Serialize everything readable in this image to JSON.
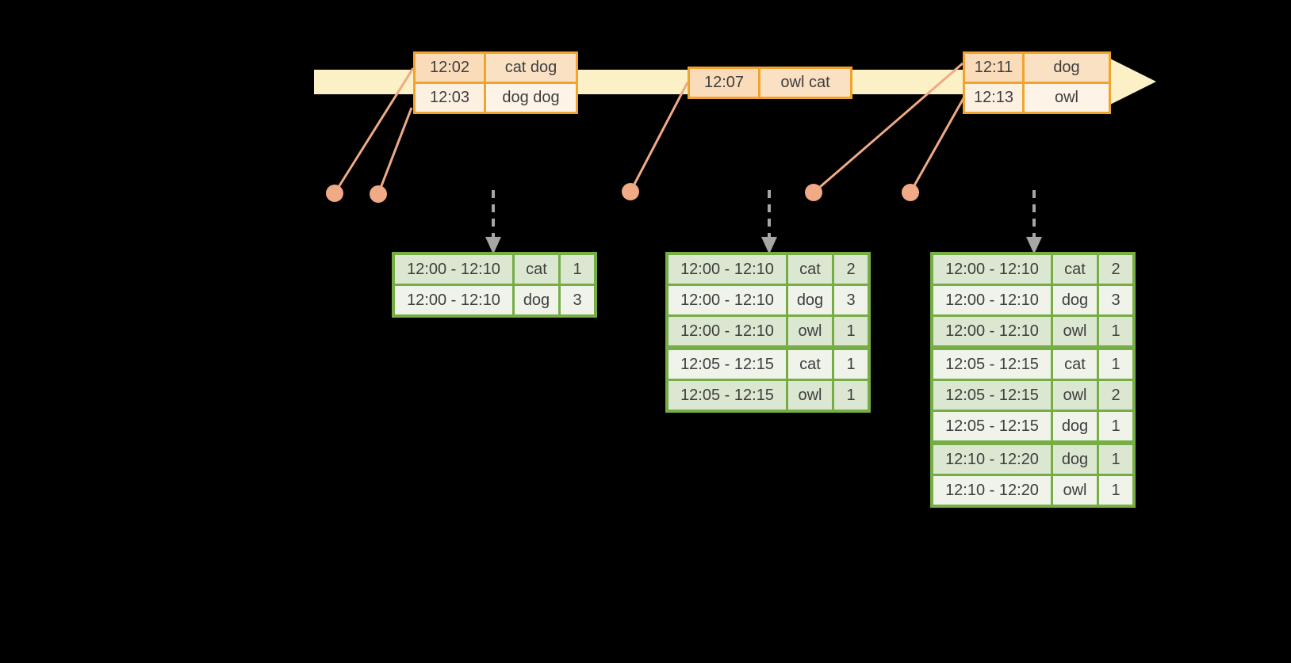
{
  "colors": {
    "background": "#000000",
    "band": "#FBF0C6",
    "event_border": "#F0A42E",
    "peach_time": "#FADCBA",
    "peach_word": "#FBE1C3",
    "cream_time": "#FCF1E1",
    "cream_word": "#FDF4E7",
    "green_border": "#76AD45",
    "sage": "#DCE7D2",
    "pale": "#EFF3EA",
    "connector": "#F0AA85",
    "arrow_gray": "#A6A6A6",
    "text_dark": "#3E3E3E"
  },
  "event_tables": [
    {
      "rows": [
        {
          "time": "12:02",
          "words": "cat dog"
        },
        {
          "time": "12:03",
          "words": "dog dog"
        }
      ]
    },
    {
      "rows": [
        {
          "time": "12:07",
          "words": "owl cat"
        }
      ]
    },
    {
      "rows": [
        {
          "time": "12:11",
          "words": "dog"
        },
        {
          "time": "12:13",
          "words": "owl"
        }
      ]
    }
  ],
  "result_tables": [
    {
      "rows": [
        {
          "window": "12:00 - 12:10",
          "word": "cat",
          "count": "1"
        },
        {
          "window": "12:00 - 12:10",
          "word": "dog",
          "count": "3"
        }
      ]
    },
    {
      "rows": [
        {
          "window": "12:00 - 12:10",
          "word": "cat",
          "count": "2"
        },
        {
          "window": "12:00 - 12:10",
          "word": "dog",
          "count": "3"
        },
        {
          "window": "12:00 - 12:10",
          "word": "owl",
          "count": "1"
        },
        {
          "window": "12:05 - 12:15",
          "word": "cat",
          "count": "1"
        },
        {
          "window": "12:05 - 12:15",
          "word": "owl",
          "count": "1"
        }
      ]
    },
    {
      "rows": [
        {
          "window": "12:00 - 12:10",
          "word": "cat",
          "count": "2"
        },
        {
          "window": "12:00 - 12:10",
          "word": "dog",
          "count": "3"
        },
        {
          "window": "12:00 - 12:10",
          "word": "owl",
          "count": "1"
        },
        {
          "window": "12:05 - 12:15",
          "word": "cat",
          "count": "1"
        },
        {
          "window": "12:05 - 12:15",
          "word": "owl",
          "count": "2"
        },
        {
          "window": "12:05 - 12:15",
          "word": "dog",
          "count": "1"
        },
        {
          "window": "12:10 - 12:20",
          "word": "dog",
          "count": "1"
        },
        {
          "window": "12:10 - 12:20",
          "word": "owl",
          "count": "1"
        }
      ]
    }
  ]
}
